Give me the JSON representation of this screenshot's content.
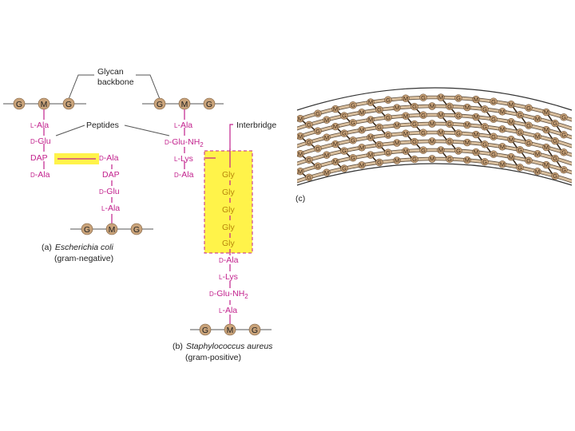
{
  "colors": {
    "peptide": "#c2218d",
    "highlight": "#fff34a",
    "sugar": "#c9a37a",
    "text": "#222222"
  },
  "glycan_label_1": "Glycan",
  "glycan_label_2": "backbone",
  "peptides_label": "Peptides",
  "interbridge_label": "Interbridge",
  "sugar_g": "G",
  "sugar_m": "M",
  "a": {
    "chain_left": [
      {
        "pre": "L",
        "post": "-Ala"
      },
      {
        "pre": "D",
        "post": "-Glu"
      },
      {
        "pre": "",
        "post": "DAP"
      },
      {
        "pre": "D",
        "post": "-Ala"
      }
    ],
    "chain_right": [
      {
        "pre": "D",
        "post": "-Ala"
      },
      {
        "pre": "",
        "post": "DAP"
      },
      {
        "pre": "D",
        "post": "-Glu"
      },
      {
        "pre": "L",
        "post": "-Ala"
      }
    ],
    "caption_letter": "(a)",
    "caption_species": "Escherichia coli",
    "caption_type": "(gram-negative)"
  },
  "b": {
    "chain_top": [
      {
        "pre": "L",
        "post": "-Ala"
      },
      {
        "pre": "D",
        "post": "-Glu-NH"
      },
      {
        "pre": "L",
        "post": "-Lys"
      },
      {
        "pre": "D",
        "post": "-Ala"
      }
    ],
    "glycine_bridge": [
      "Gly",
      "Gly",
      "Gly",
      "Gly",
      "Gly"
    ],
    "chain_bottom": [
      {
        "pre": "D",
        "post": "-Ala"
      },
      {
        "pre": "L",
        "post": "-Lys"
      },
      {
        "pre": "D",
        "post": "-Glu-NH"
      },
      {
        "pre": "L",
        "post": "-Ala"
      }
    ],
    "nh2_subscript": "2",
    "caption_letter": "(b)",
    "caption_species": "Staphylococcus aureus",
    "caption_type": "(gram-positive)"
  },
  "c": {
    "caption_letter": "(c)"
  }
}
